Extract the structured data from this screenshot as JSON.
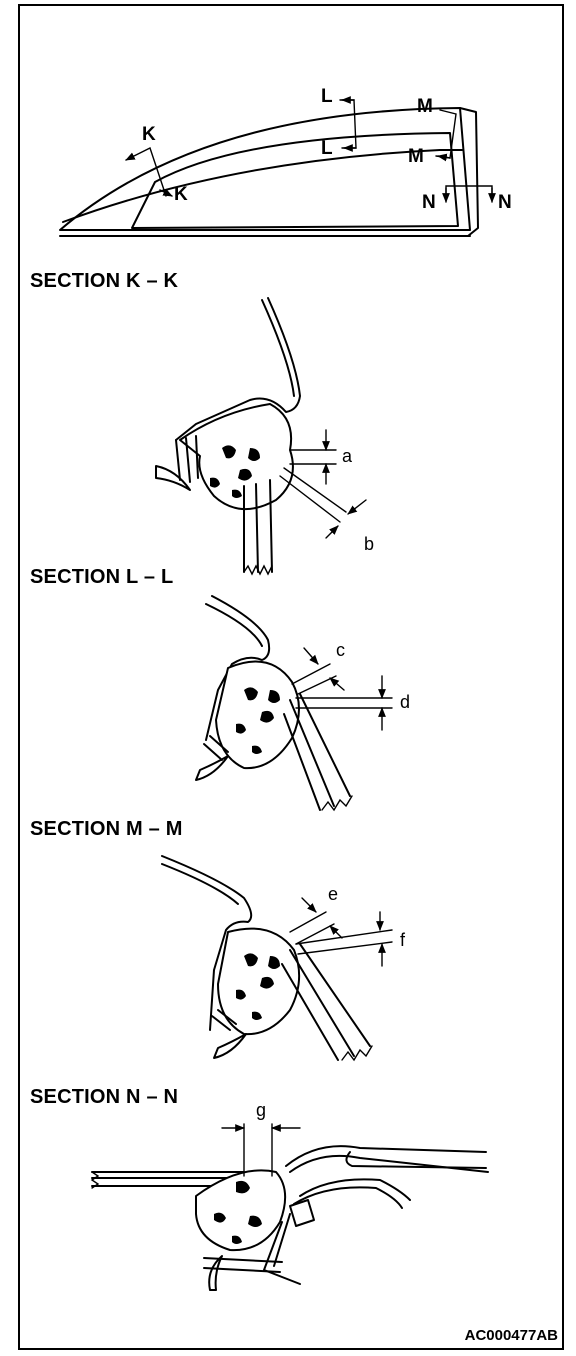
{
  "figure": {
    "code": "AC000477AB"
  },
  "overview": {
    "view_labels": {
      "k1": "K",
      "k2": "K",
      "l1": "L",
      "l2": "L",
      "m1": "M",
      "m2": "M",
      "n1": "N",
      "n2": "N"
    }
  },
  "sections": [
    {
      "title": "SECTION K – K",
      "callouts": [
        "a",
        "b"
      ]
    },
    {
      "title": "SECTION L – L",
      "callouts": [
        "c",
        "d"
      ]
    },
    {
      "title": "SECTION M – M",
      "callouts": [
        "e",
        "f"
      ]
    },
    {
      "title": "SECTION N – N",
      "callouts": [
        "g"
      ]
    }
  ]
}
